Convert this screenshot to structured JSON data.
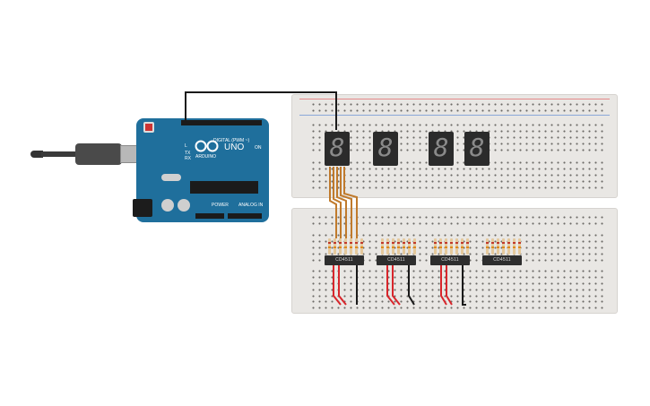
{
  "board": {
    "logo_text": "ARDUINO",
    "model": "UNO",
    "digital_label": "DIGITAL (PWM ~)",
    "power_label": "POWER",
    "analog_label": "ANALOG IN",
    "tx_label": "TX",
    "rx_label": "RX",
    "l_label": "L",
    "on_label": "ON"
  },
  "displays": [
    {
      "digit": "8"
    },
    {
      "digit": "8"
    },
    {
      "digit": "8"
    },
    {
      "digit": "8"
    }
  ],
  "chips": [
    {
      "label": "CD4511"
    },
    {
      "label": "CD4511"
    },
    {
      "label": "CD4511"
    },
    {
      "label": "CD4511"
    }
  ],
  "colors": {
    "board_blue": "#1f6f9c",
    "wire_red": "#d8262c",
    "wire_black": "#1a1a1a",
    "wire_orange": "#c07a2c",
    "breadboard": "#e9e7e4"
  }
}
